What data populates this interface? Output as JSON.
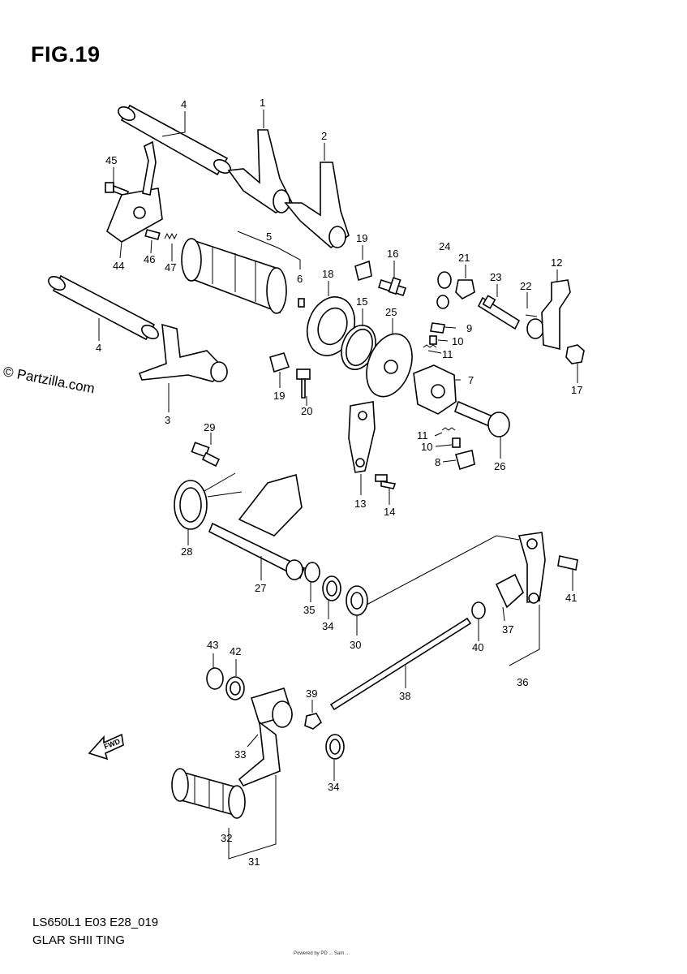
{
  "figure": {
    "title": "FIG.19",
    "code": "LS650L1 E03 E28_019",
    "name": "GLAR SHII TING",
    "watermark": "© Partzilla.com",
    "footer_small": "Powered by PD ... Sam ..."
  },
  "direction_arrow": "FWD",
  "callouts": [
    {
      "id": "c1",
      "text": "1"
    },
    {
      "id": "c2",
      "text": "2"
    },
    {
      "id": "c4a",
      "text": "4"
    },
    {
      "id": "c45",
      "text": "45"
    },
    {
      "id": "c5",
      "text": "5"
    },
    {
      "id": "c6",
      "text": "6"
    },
    {
      "id": "c44",
      "text": "44"
    },
    {
      "id": "c46",
      "text": "46"
    },
    {
      "id": "c47",
      "text": "47"
    },
    {
      "id": "c19a",
      "text": "19"
    },
    {
      "id": "c16",
      "text": "16"
    },
    {
      "id": "c24",
      "text": "24"
    },
    {
      "id": "c21",
      "text": "21"
    },
    {
      "id": "c23",
      "text": "23"
    },
    {
      "id": "c22",
      "text": "22"
    },
    {
      "id": "c12",
      "text": "12"
    },
    {
      "id": "c18",
      "text": "18"
    },
    {
      "id": "c15",
      "text": "15"
    },
    {
      "id": "c25",
      "text": "25"
    },
    {
      "id": "c9",
      "text": "9"
    },
    {
      "id": "c10a",
      "text": "10"
    },
    {
      "id": "c11a",
      "text": "11"
    },
    {
      "id": "c7",
      "text": "7"
    },
    {
      "id": "c17",
      "text": "17"
    },
    {
      "id": "c4b",
      "text": "4"
    },
    {
      "id": "c3",
      "text": "3"
    },
    {
      "id": "c19b",
      "text": "19"
    },
    {
      "id": "c20",
      "text": "20"
    },
    {
      "id": "c11b",
      "text": "11"
    },
    {
      "id": "c10b",
      "text": "10"
    },
    {
      "id": "c8",
      "text": "8"
    },
    {
      "id": "c26",
      "text": "26"
    },
    {
      "id": "c13",
      "text": "13"
    },
    {
      "id": "c14",
      "text": "14"
    },
    {
      "id": "c29",
      "text": "29"
    },
    {
      "id": "c28",
      "text": "28"
    },
    {
      "id": "c27",
      "text": "27"
    },
    {
      "id": "c35",
      "text": "35"
    },
    {
      "id": "c34a",
      "text": "34"
    },
    {
      "id": "c30",
      "text": "30"
    },
    {
      "id": "c41",
      "text": "41"
    },
    {
      "id": "c37",
      "text": "37"
    },
    {
      "id": "c40",
      "text": "40"
    },
    {
      "id": "c36",
      "text": "36"
    },
    {
      "id": "c43",
      "text": "43"
    },
    {
      "id": "c42",
      "text": "42"
    },
    {
      "id": "c39",
      "text": "39"
    },
    {
      "id": "c38",
      "text": "38"
    },
    {
      "id": "c33",
      "text": "33"
    },
    {
      "id": "c34b",
      "text": "34"
    },
    {
      "id": "c32",
      "text": "32"
    },
    {
      "id": "c31",
      "text": "31"
    }
  ]
}
